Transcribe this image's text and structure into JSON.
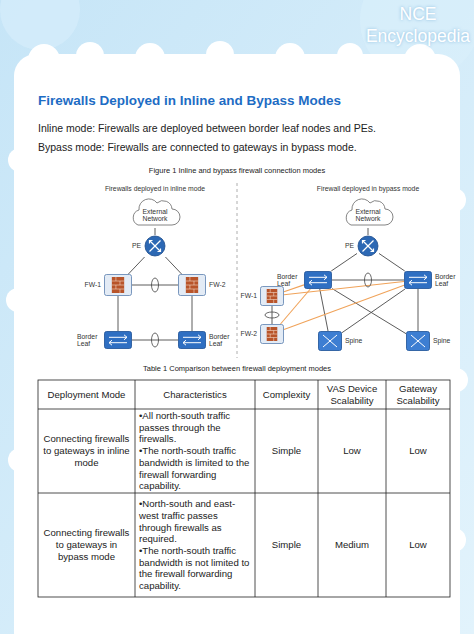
{
  "diagram": {
    "title": "Firewalls Deployed in Inline and Bypass Modes",
    "caption": "Figure 1 Inline and bypass firewall connection modes",
    "nodes": [
      {
        "text": [
          "External Network"
        ]
      },
      {
        "text": [
          "PE"
        ]
      },
      {
        "text": [
          "FW-1"
        ]
      },
      {
        "text": [
          "FW-2"
        ]
      },
      {
        "text": [
          "Border Leaf"
        ]
      },
      {
        "text": [
          "Border Leaf"
        ]
      },
      {
        "text": [
          "External Network"
        ]
      },
      {
        "text": [
          "PE"
        ]
      },
      {
        "text": [
          "Border Leaf"
        ]
      },
      {
        "text": [
          "Border Leaf"
        ]
      },
      {
        "text": [
          "FW-1"
        ]
      },
      {
        "text": [
          "FW-2"
        ]
      },
      {
        "text": [
          "Spine"
        ]
      },
      {
        "text": [
          "Spine"
        ]
      }
    ],
    "edges": [
      {
        "from": 0,
        "to": 1,
        "arrow": "none"
      },
      {
        "from": 1,
        "to": 2,
        "arrow": "none"
      },
      {
        "from": 1,
        "to": 3,
        "arrow": "none"
      },
      {
        "from": 2,
        "to": 3,
        "arrow": "none"
      },
      {
        "from": 2,
        "to": 4,
        "arrow": "none"
      },
      {
        "from": 3,
        "to": 5,
        "arrow": "none"
      },
      {
        "from": 4,
        "to": 5,
        "arrow": "none"
      },
      {
        "from": 6,
        "to": 7,
        "arrow": "none"
      },
      {
        "from": 7,
        "to": 8,
        "arrow": "none"
      },
      {
        "from": 7,
        "to": 9,
        "arrow": "none"
      },
      {
        "from": 8,
        "to": 9,
        "arrow": "none"
      },
      {
        "from": 8,
        "to": 12,
        "arrow": "none"
      },
      {
        "from": 8,
        "to": 13,
        "arrow": "none"
      },
      {
        "from": 9,
        "to": 12,
        "arrow": "none"
      },
      {
        "from": 9,
        "to": 13,
        "arrow": "none"
      },
      {
        "from": 10,
        "to": 8,
        "arrow": "none"
      },
      {
        "from": 10,
        "to": 9,
        "arrow": "none"
      },
      {
        "from": 11,
        "to": 8,
        "arrow": "none"
      },
      {
        "from": 11,
        "to": 9,
        "arrow": "none"
      },
      {
        "from": 10,
        "to": 11,
        "arrow": "none"
      }
    ],
    "labels": [
      "NCE Encyclopedia",
      "Inline mode: Firewalls are deployed between border leaf nodes and PEs.",
      "Bypass mode: Firewalls are connected to gateways in bypass mode.",
      "Firewalls deployed in inline mode",
      "Firewall deployed in bypass mode",
      "Table 1 Comparison between firewall deployment modes",
      "Deployment Mode",
      "Characteristics",
      "Complexity",
      "VAS Device Scalability",
      "Gateway Scalability",
      "Connecting firewalls to gateways in inline mode",
      "•All north-south traffic passes through the firewalls.",
      "•The north-south traffic bandwidth is limited to the firewall forwarding capability.",
      "Simple",
      "Low",
      "Low",
      "Connecting firewalls to gateways in bypass mode",
      "•North-south and east-west traffic passes through firewalls as required.",
      "•The north-south traffic bandwidth is not limited to the firewall forwarding capability.",
      "Simple",
      "Medium",
      "Low"
    ]
  }
}
